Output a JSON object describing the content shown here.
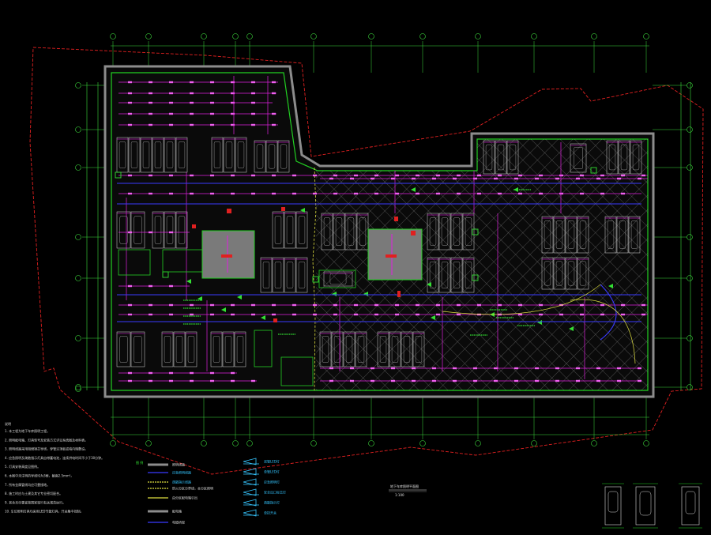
{
  "drawing": {
    "notes_heading": "说明",
    "notes": [
      "1. 本工程为地下车库照明工程。",
      "2. 照明配电箱、灯具型号及安装方式详见系统图及材料表。",
      "3. 照明线路采用阻燃铜芯导线，穿管沿顶板或墙内暗敷设。",
      "4. 应急照明及疏散指示灯具自带蓄电池，连续供电时间不小于30分钟。",
      "5. 灯具安装高度见图例。",
      "6. 本图中未注明的导线均为3根，截面2.5mm²。",
      "7. 所有金属管线均应可靠接地。",
      "8. 施工时应与土建及其它专业密切配合。",
      "9. 其余未尽事宜按国家现行有关规范执行。",
      "10. 车位照明灯具均采用LED节能灯具，开关集中控制。"
    ],
    "legend_heading": "图 例",
    "legend_col1": [
      "照明线路",
      "应急照明线路",
      "疏散指示线路",
      "防火分区分界线，本分区照明",
      "由分区配电箱引出",
      "配电箱",
      "电缆桥架"
    ],
    "legend_col2": [
      "双管LED灯",
      "单管LED灯",
      "应急照明灯",
      "安全出口标志灯",
      "疏散指示灯",
      "单控开关"
    ],
    "sheet_title": "地下车库照明平面图",
    "sheet_scale": "1:100",
    "colors": {
      "background": "#000000",
      "wall_green": "#22d022",
      "wall_gray": "#8c8c8c",
      "magenta": "#e020e0",
      "blue": "#3a3aff",
      "red_dashed": "#e02020",
      "cyan": "#36c6ff",
      "yellow": "#e0e040",
      "white": "#dcdcdc"
    }
  }
}
